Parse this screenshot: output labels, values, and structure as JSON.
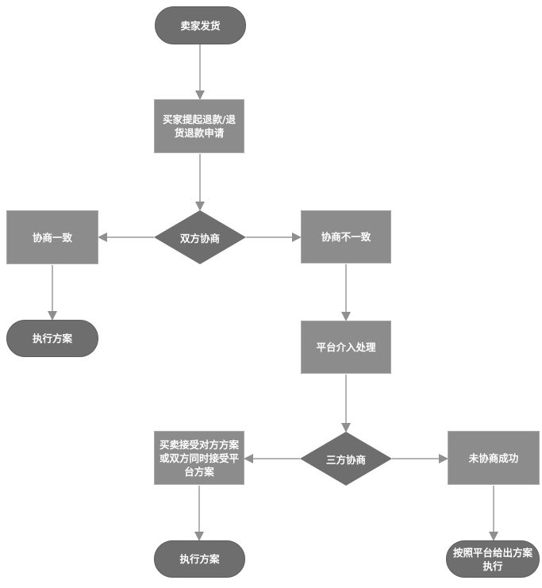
{
  "diagram": {
    "type": "flowchart",
    "colors": {
      "process_fill": "#8c8c8c",
      "terminal_fill": "#6e6e6e",
      "decision_fill": "#6e6e6e",
      "connector": "#999999",
      "text": "#ffffff"
    },
    "nodes": {
      "seller_ship": {
        "shape": "terminal",
        "label": "卖家发货"
      },
      "buyer_request": {
        "shape": "process",
        "label": "买家提起退款/退货退款申请"
      },
      "bilateral_negotiation": {
        "shape": "decision",
        "label": "双方协商"
      },
      "agreement": {
        "shape": "process",
        "label": "协商一致"
      },
      "execute_plan_1": {
        "shape": "terminal",
        "label": "执行方案"
      },
      "disagreement": {
        "shape": "process",
        "label": "协商不一致"
      },
      "platform_intervention": {
        "shape": "process",
        "label": "平台介入处理"
      },
      "trilateral_negotiation": {
        "shape": "decision",
        "label": "三方协商"
      },
      "accept_plan": {
        "shape": "process",
        "label": "买卖接受对方方案或双方同时接受平台方案"
      },
      "execute_plan_2": {
        "shape": "terminal",
        "label": "执行方案"
      },
      "negotiation_failed": {
        "shape": "process",
        "label": "未协商成功"
      },
      "execute_platform_plan": {
        "shape": "terminal",
        "label": "按照平台给出方案执行"
      }
    },
    "edges": [
      {
        "from": "seller_ship",
        "to": "buyer_request"
      },
      {
        "from": "buyer_request",
        "to": "bilateral_negotiation"
      },
      {
        "from": "bilateral_negotiation",
        "to": "agreement"
      },
      {
        "from": "bilateral_negotiation",
        "to": "disagreement"
      },
      {
        "from": "agreement",
        "to": "execute_plan_1"
      },
      {
        "from": "disagreement",
        "to": "platform_intervention"
      },
      {
        "from": "platform_intervention",
        "to": "trilateral_negotiation"
      },
      {
        "from": "trilateral_negotiation",
        "to": "accept_plan"
      },
      {
        "from": "trilateral_negotiation",
        "to": "negotiation_failed"
      },
      {
        "from": "accept_plan",
        "to": "execute_plan_2"
      },
      {
        "from": "negotiation_failed",
        "to": "execute_platform_plan"
      }
    ]
  }
}
